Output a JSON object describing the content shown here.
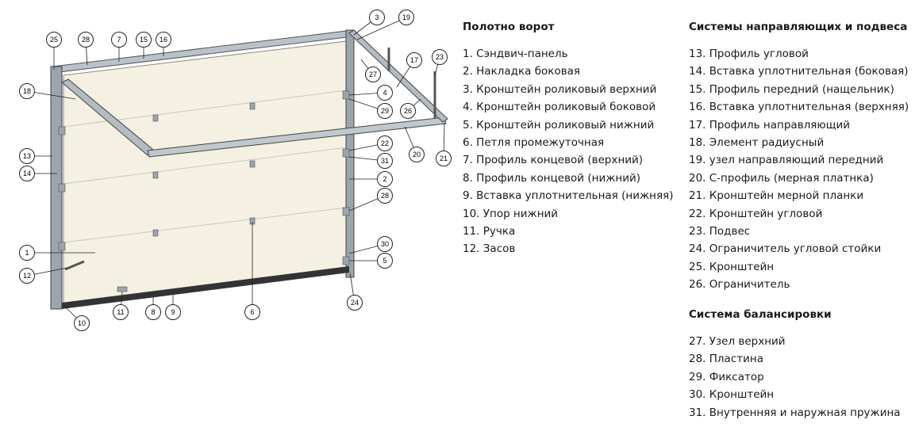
{
  "sections": {
    "door_leaf": {
      "title": "Полотно ворот",
      "items": [
        "1. Сэндвич-панель",
        "2. Накладка боковая",
        "3. Кронштейн роликовый верхний",
        "4. Кронштейн роликовый боковой",
        "5. Кронштейн роликовый нижний",
        "6. Петля промежуточная",
        "7. Профиль концевой (верхний)",
        "8. Профиль концевой (нижний)",
        "9. Вставка уплотнительная (нижняя)",
        "10. Упор нижний",
        "11. Ручка",
        "12. Засов"
      ]
    },
    "guide_system": {
      "title": "Системы направляющих и подвеса",
      "items": [
        "13. Профиль угловой",
        "14. Вставка уплотнительная (боковая)",
        "15. Профиль передний (нащельник)",
        "16. Вставка уплотнительная (верхняя)",
        "17. Профиль направляющий",
        "18. Элемент радиусный",
        "19. узел направляющий передний",
        "20. С-профиль (мерная платнка)",
        "21. Кронштейн мерной планки",
        "22. Кронштейн угловой",
        "23. Подвес",
        "24. Ограничитель угловой стойки",
        "25. Кронштейн",
        "26. Ограничитель"
      ]
    },
    "balancing": {
      "title": "Система балансировки",
      "items": [
        "27. Узел верхний",
        "28. Пластина",
        "29. Фиксатор",
        "30. Кронштейн",
        "31. Внутренняя и наружная пружина"
      ]
    }
  },
  "callouts": [
    "25",
    "28",
    "7",
    "15",
    "16",
    "3",
    "19",
    "17",
    "23",
    "27",
    "18",
    "4",
    "29",
    "26",
    "22",
    "20",
    "21",
    "13",
    "31",
    "14",
    "2",
    "28",
    "30",
    "1",
    "5",
    "12",
    "24",
    "11",
    "8",
    "9",
    "6",
    "10"
  ]
}
